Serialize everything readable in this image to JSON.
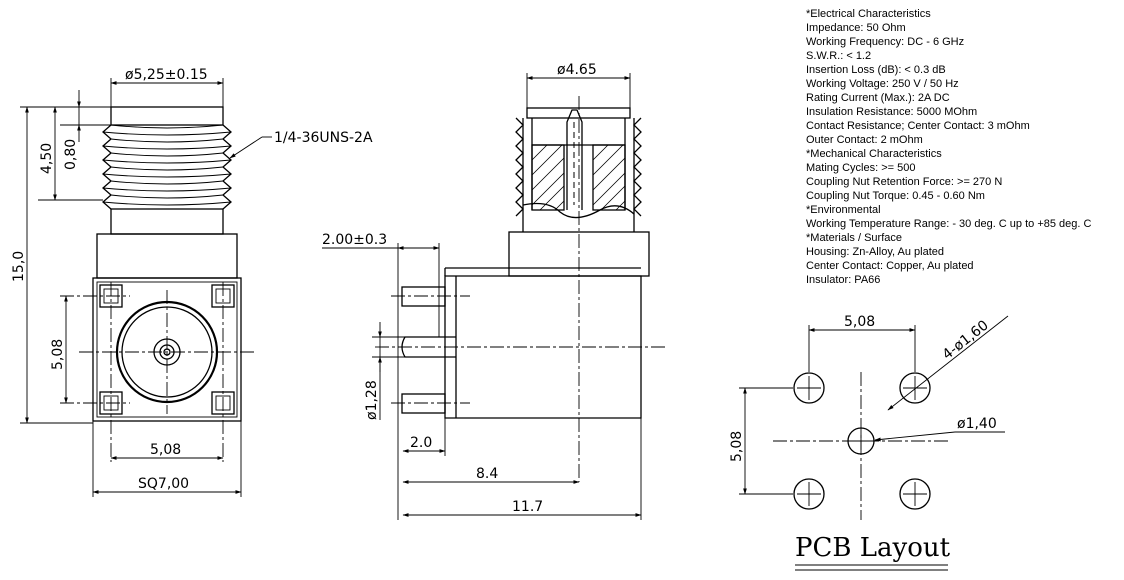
{
  "specifications": [
    "*Electrical Characteristics",
    "Impedance: 50 Ohm",
    "Working Frequency: DC - 6 GHz",
    "S.W.R.: < 1.2",
    "Insertion Loss (dB): < 0.3 dB",
    "Working Voltage: 250 V / 50 Hz",
    "Rating Current (Max.): 2A DC",
    "Insulation Resistance: 5000 MOhm",
    "Contact Resistance; Center Contact: 3 mOhm",
    "Outer Contact: 2 mOhm",
    "*Mechanical Characteristics",
    "Mating Cycles: >= 500",
    "Coupling Nut Retention Force: >= 270 N",
    "Coupling Nut Torque: 0.45 - 0.60 Nm",
    "*Environmental",
    "Working Temperature Range: - 30 deg. C up to +85 deg. C",
    "*Materials / Surface",
    "Housing: Zn-Alloy, Au plated",
    "Center Contact: Copper, Au plated",
    "Insulator: PA66"
  ],
  "front_view": {
    "dia_thread": "ø5,25±0.15",
    "thread_spec": "1/4-36UNS-2A",
    "thread_length": "4,50",
    "collar": "0,80",
    "total_height": "15,0",
    "pin_pitch_v": "5,08",
    "pin_pitch_h": "5,08",
    "body_size": "SQ7,00"
  },
  "side_view": {
    "dia_top": "ø4.65",
    "pin_offset": "2.00±0.3",
    "pin_dia": "ø1,28",
    "len_a": "2.0",
    "len_b": "8.4",
    "len_c": "11.7"
  },
  "pcb_layout": {
    "pitch_h": "5,08",
    "pitch_v": "5,08",
    "hole_outer": "4-ø1,60",
    "hole_center": "ø1,40",
    "title": "PCB Layout"
  }
}
